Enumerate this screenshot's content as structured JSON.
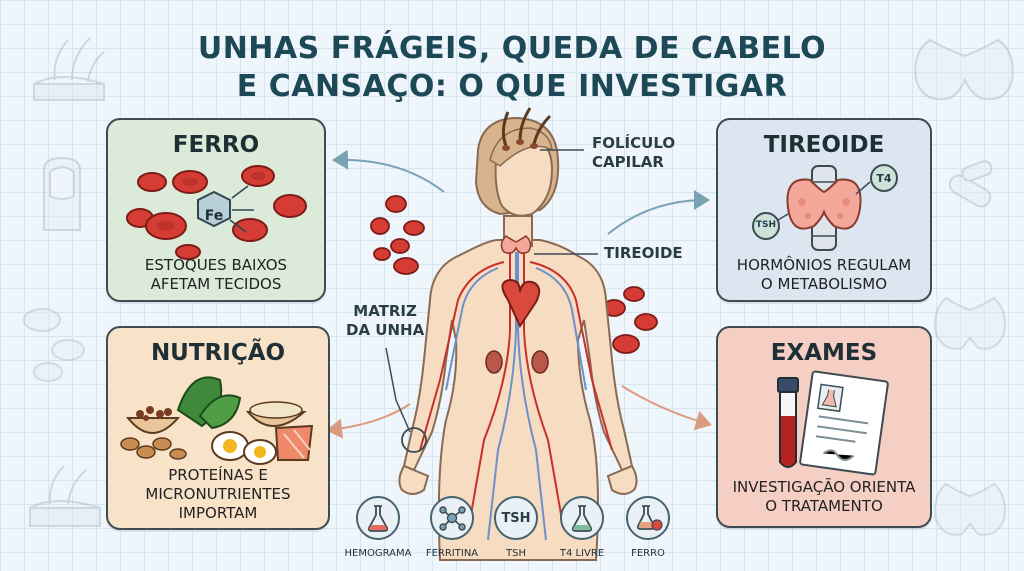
{
  "title": {
    "line1": "UNHAS FRÁGEIS, QUEDA DE CABELO",
    "line2": "E CANSAÇO: O QUE INVESTIGAR"
  },
  "cards": {
    "ferro": {
      "title": "FERRO",
      "desc1": "ESTOQUES BAIXOS",
      "desc2": "AFETAM TECIDOS",
      "symbol": "Fe",
      "color": "#dcebd9"
    },
    "nutricao": {
      "title": "NUTRIÇÃO",
      "desc1": "PROTEÍNAS E",
      "desc2": "MICRONUTRIENTES",
      "desc3": "IMPORTAM",
      "color": "#f8e2c8"
    },
    "tireoide": {
      "title": "TIREOIDE",
      "desc1": "HORMÔNIOS REGULAM",
      "desc2": "O METABOLISMO",
      "hormone_t4": "T4",
      "hormone_tsh": "TSH",
      "color": "#dbe6f1"
    },
    "exames": {
      "title": "EXAMES",
      "desc1": "INVESTIGAÇÃO ORIENTA",
      "desc2": "O TRATAMENTO",
      "color": "#f5cfc4"
    }
  },
  "labels": {
    "foliculo1": "FOLÍCULO",
    "foliculo2": "CAPILAR",
    "tireoide": "TIREOIDE",
    "matriz1": "MATRIZ",
    "matriz2": "DA UNHA"
  },
  "exams": [
    {
      "label": "HEMOGRAMA",
      "icon": "flask-icon"
    },
    {
      "label": "FERRITINA",
      "icon": "molecule-icon"
    },
    {
      "label": "TSH",
      "icon": "text-badge",
      "badge": "TSH"
    },
    {
      "label": "T4 LIVRE",
      "icon": "flask-icon"
    },
    {
      "label": "FERRO",
      "icon": "flask-drop-icon"
    }
  ],
  "colors": {
    "blood": "#c9302c",
    "outline": "#3d4b52",
    "skin": "#f6dcc0",
    "arrow_blue": "#7aa2b5",
    "arrow_orange": "#dc9b7e"
  }
}
